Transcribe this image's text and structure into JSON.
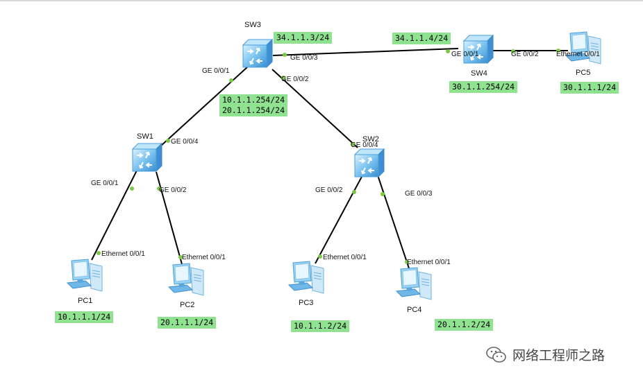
{
  "devices": {
    "sw1": "SW1",
    "sw2": "SW2",
    "sw3": "SW3",
    "sw4": "SW4",
    "pc1": "PC1",
    "pc2": "PC2",
    "pc3": "PC3",
    "pc4": "PC4",
    "pc5": "PC5"
  },
  "ports": {
    "sw3_ge001": "GE 0/0/1",
    "sw3_ge003": "GE 0/0/3",
    "sw3_ge002": "GE 0/0/2",
    "sw4_ge001": "GE 0/0/1",
    "sw4_ge002": "GE 0/0/2",
    "pc5_eth": "Ethernet 0/0/1",
    "sw1_ge004": "GE 0/0/4",
    "sw1_ge001": "GE 0/0/1",
    "sw1_ge002": "GE 0/0/2",
    "sw2_ge004": "GE 0/0/4",
    "sw2_ge002": "GE 0/0/2",
    "sw2_ge003": "GE 0/0/3",
    "pc1_eth": "Ethernet 0/0/1",
    "pc2_eth": "Ethernet 0/0/1",
    "pc3_eth": "Ethernet 0/0/1",
    "pc4_eth": "Ethernet 0/0/1"
  },
  "ips": {
    "sw3_up": "34.1.1.3/24",
    "sw4_up": "34.1.1.4/24",
    "sw4_vlan": "30.1.1.254/24",
    "pc5": "30.1.1.1/24",
    "sw3_vlan": "10.1.1.254/24\n20.1.1.254/24",
    "pc1": "10.1.1.1/24",
    "pc2": "20.1.1.1/24",
    "pc3": "10.1.1.2/24",
    "pc4": "20.1.1.2/24"
  },
  "watermark": "网络工程师之路",
  "colors": {
    "ip_background": "#8fe28f",
    "port_dot": "#7ac943",
    "link": "#000000",
    "device_blue": "#5fb3e8"
  }
}
